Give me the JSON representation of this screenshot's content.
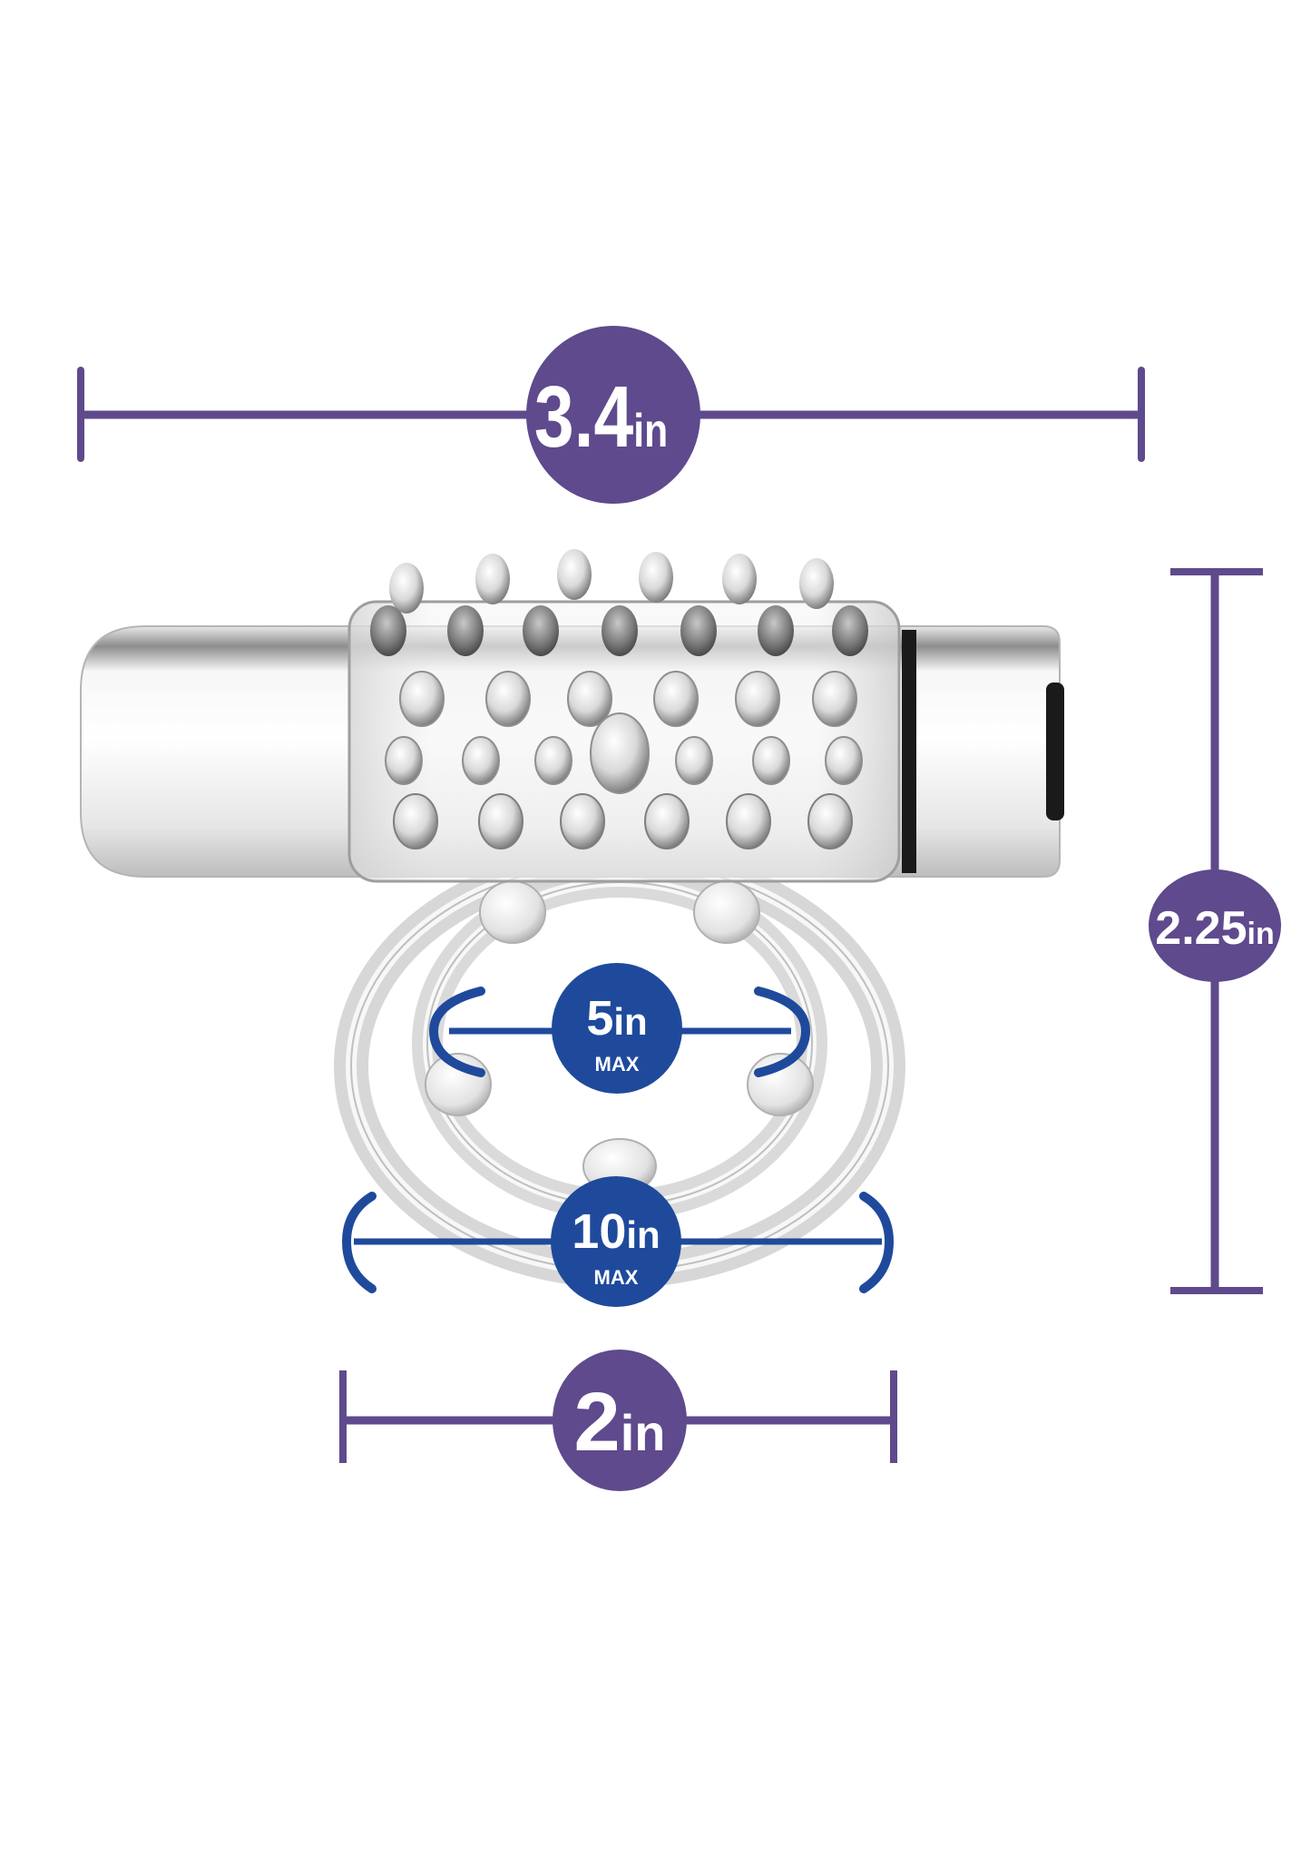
{
  "diagram": {
    "type": "product-dimensions",
    "colors": {
      "background": "#ffffff",
      "dimension_purple": "#5e4a8c",
      "dimension_blue": "#1f4a9c",
      "label_text": "#ffffff",
      "bullet_cap": "#1a1a1a"
    },
    "dimensions": {
      "overall_length": {
        "value": "3.4",
        "unit": "in"
      },
      "overall_height": {
        "value": "2.25",
        "unit": "in"
      },
      "ring_width": {
        "value": "2",
        "unit": "in"
      },
      "inner_ring_stretch": {
        "value": "5",
        "unit": "in",
        "qualifier": "MAX"
      },
      "outer_ring_stretch": {
        "value": "10",
        "unit": "in",
        "qualifier": "MAX"
      }
    },
    "product": {
      "parts": [
        "silver-bullet-vibrator",
        "clear-nubbed-sleeve",
        "outer-ring",
        "inner-ring-with-beads"
      ]
    }
  }
}
